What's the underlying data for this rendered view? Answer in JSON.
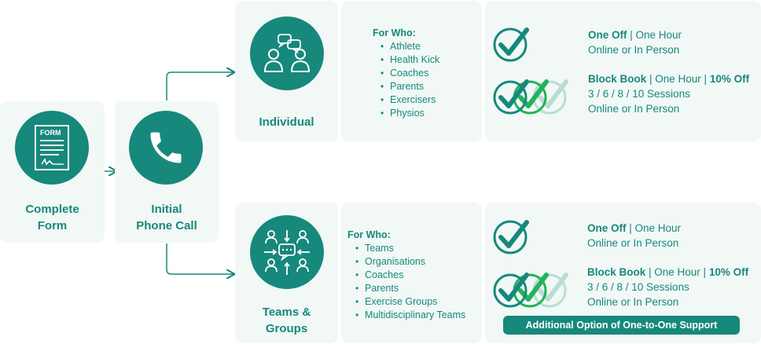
{
  "steps": {
    "form": {
      "label_line1": "Complete",
      "label_line2": "Form",
      "icon_text": "FORM"
    },
    "call": {
      "label_line1": "Initial",
      "label_line2": "Phone Call"
    }
  },
  "individual": {
    "label": "Individual",
    "who_title": "For Who:",
    "who": [
      "Athlete",
      "Health Kick",
      "Coaches",
      "Parents",
      "Exercisers",
      "Physios"
    ],
    "one_off_bold": "One Off",
    "one_off_rest": " | One Hour",
    "one_off_line2": "Online or In Person",
    "block_bold": "Block Book",
    "block_mid": " | One Hour | ",
    "block_discount": "10% Off",
    "block_line2": "3 / 6 / 8 / 10 Sessions",
    "block_line3": "Online or In Person"
  },
  "teams": {
    "label_line1": "Teams &",
    "label_line2": "Groups",
    "who_title": "For Who:",
    "who": [
      "Teams",
      "Organisations",
      "Coaches",
      "Parents",
      "Exercise Groups",
      "Multidisciplinary Teams"
    ],
    "one_off_bold": "One Off",
    "one_off_rest": " | One Hour",
    "one_off_line2": "Online or In Person",
    "block_bold": "Block Book",
    "block_mid": " | One Hour | ",
    "block_discount": "10% Off",
    "block_line2": "3 / 6 / 8 / 10 Sessions",
    "block_line3": "Online or In Person",
    "extra_option": "Additional Option of One-to-One Support"
  },
  "colors": {
    "primary": "#17887c",
    "card_bg": "#f1f8f6",
    "check_green": "#21b35a",
    "check_light": "#b9ddd2"
  }
}
